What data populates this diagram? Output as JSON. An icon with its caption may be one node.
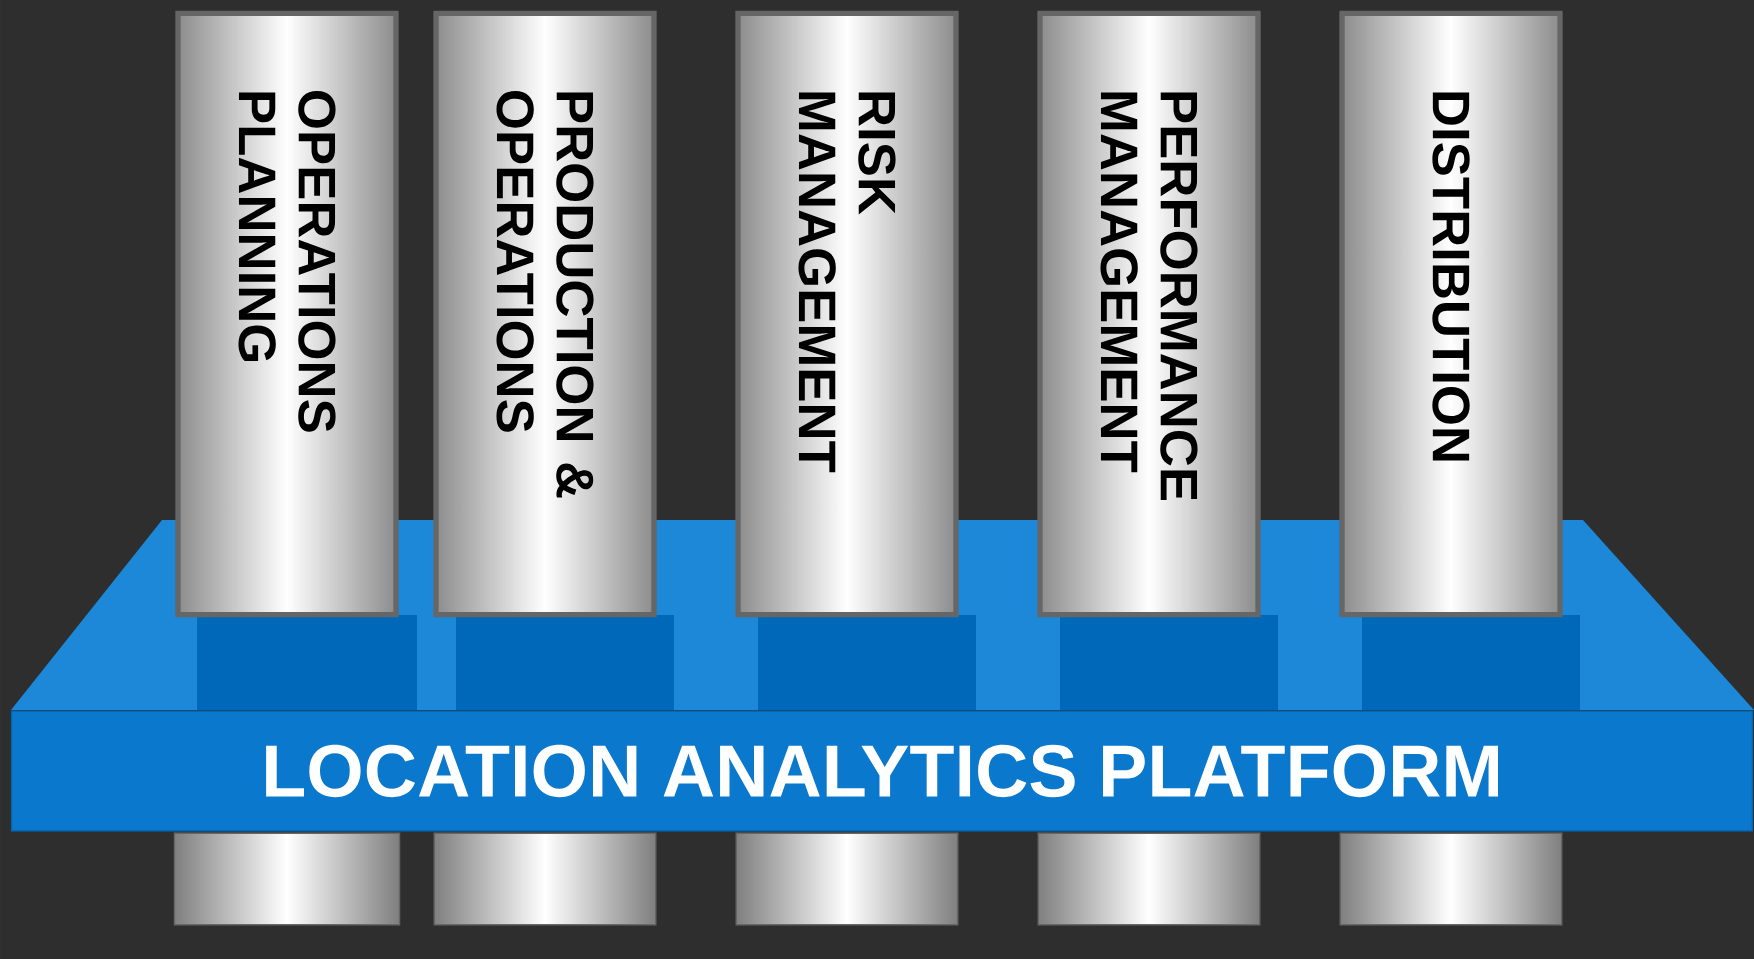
{
  "diagram": {
    "nodes": [
      {
        "text": [
          "OPERATIONS PLANNING"
        ]
      },
      {
        "text": [
          "PRODUCTION & OPERATIONS"
        ]
      },
      {
        "text": [
          "RISK MANAGEMENT"
        ]
      },
      {
        "text": [
          "PERFORMANCE MANAGEMENT"
        ]
      },
      {
        "text": [
          "DISTRIBUTION"
        ]
      },
      {
        "text": [
          "LOCATION ANALYTICS PLATFORM"
        ]
      }
    ]
  }
}
